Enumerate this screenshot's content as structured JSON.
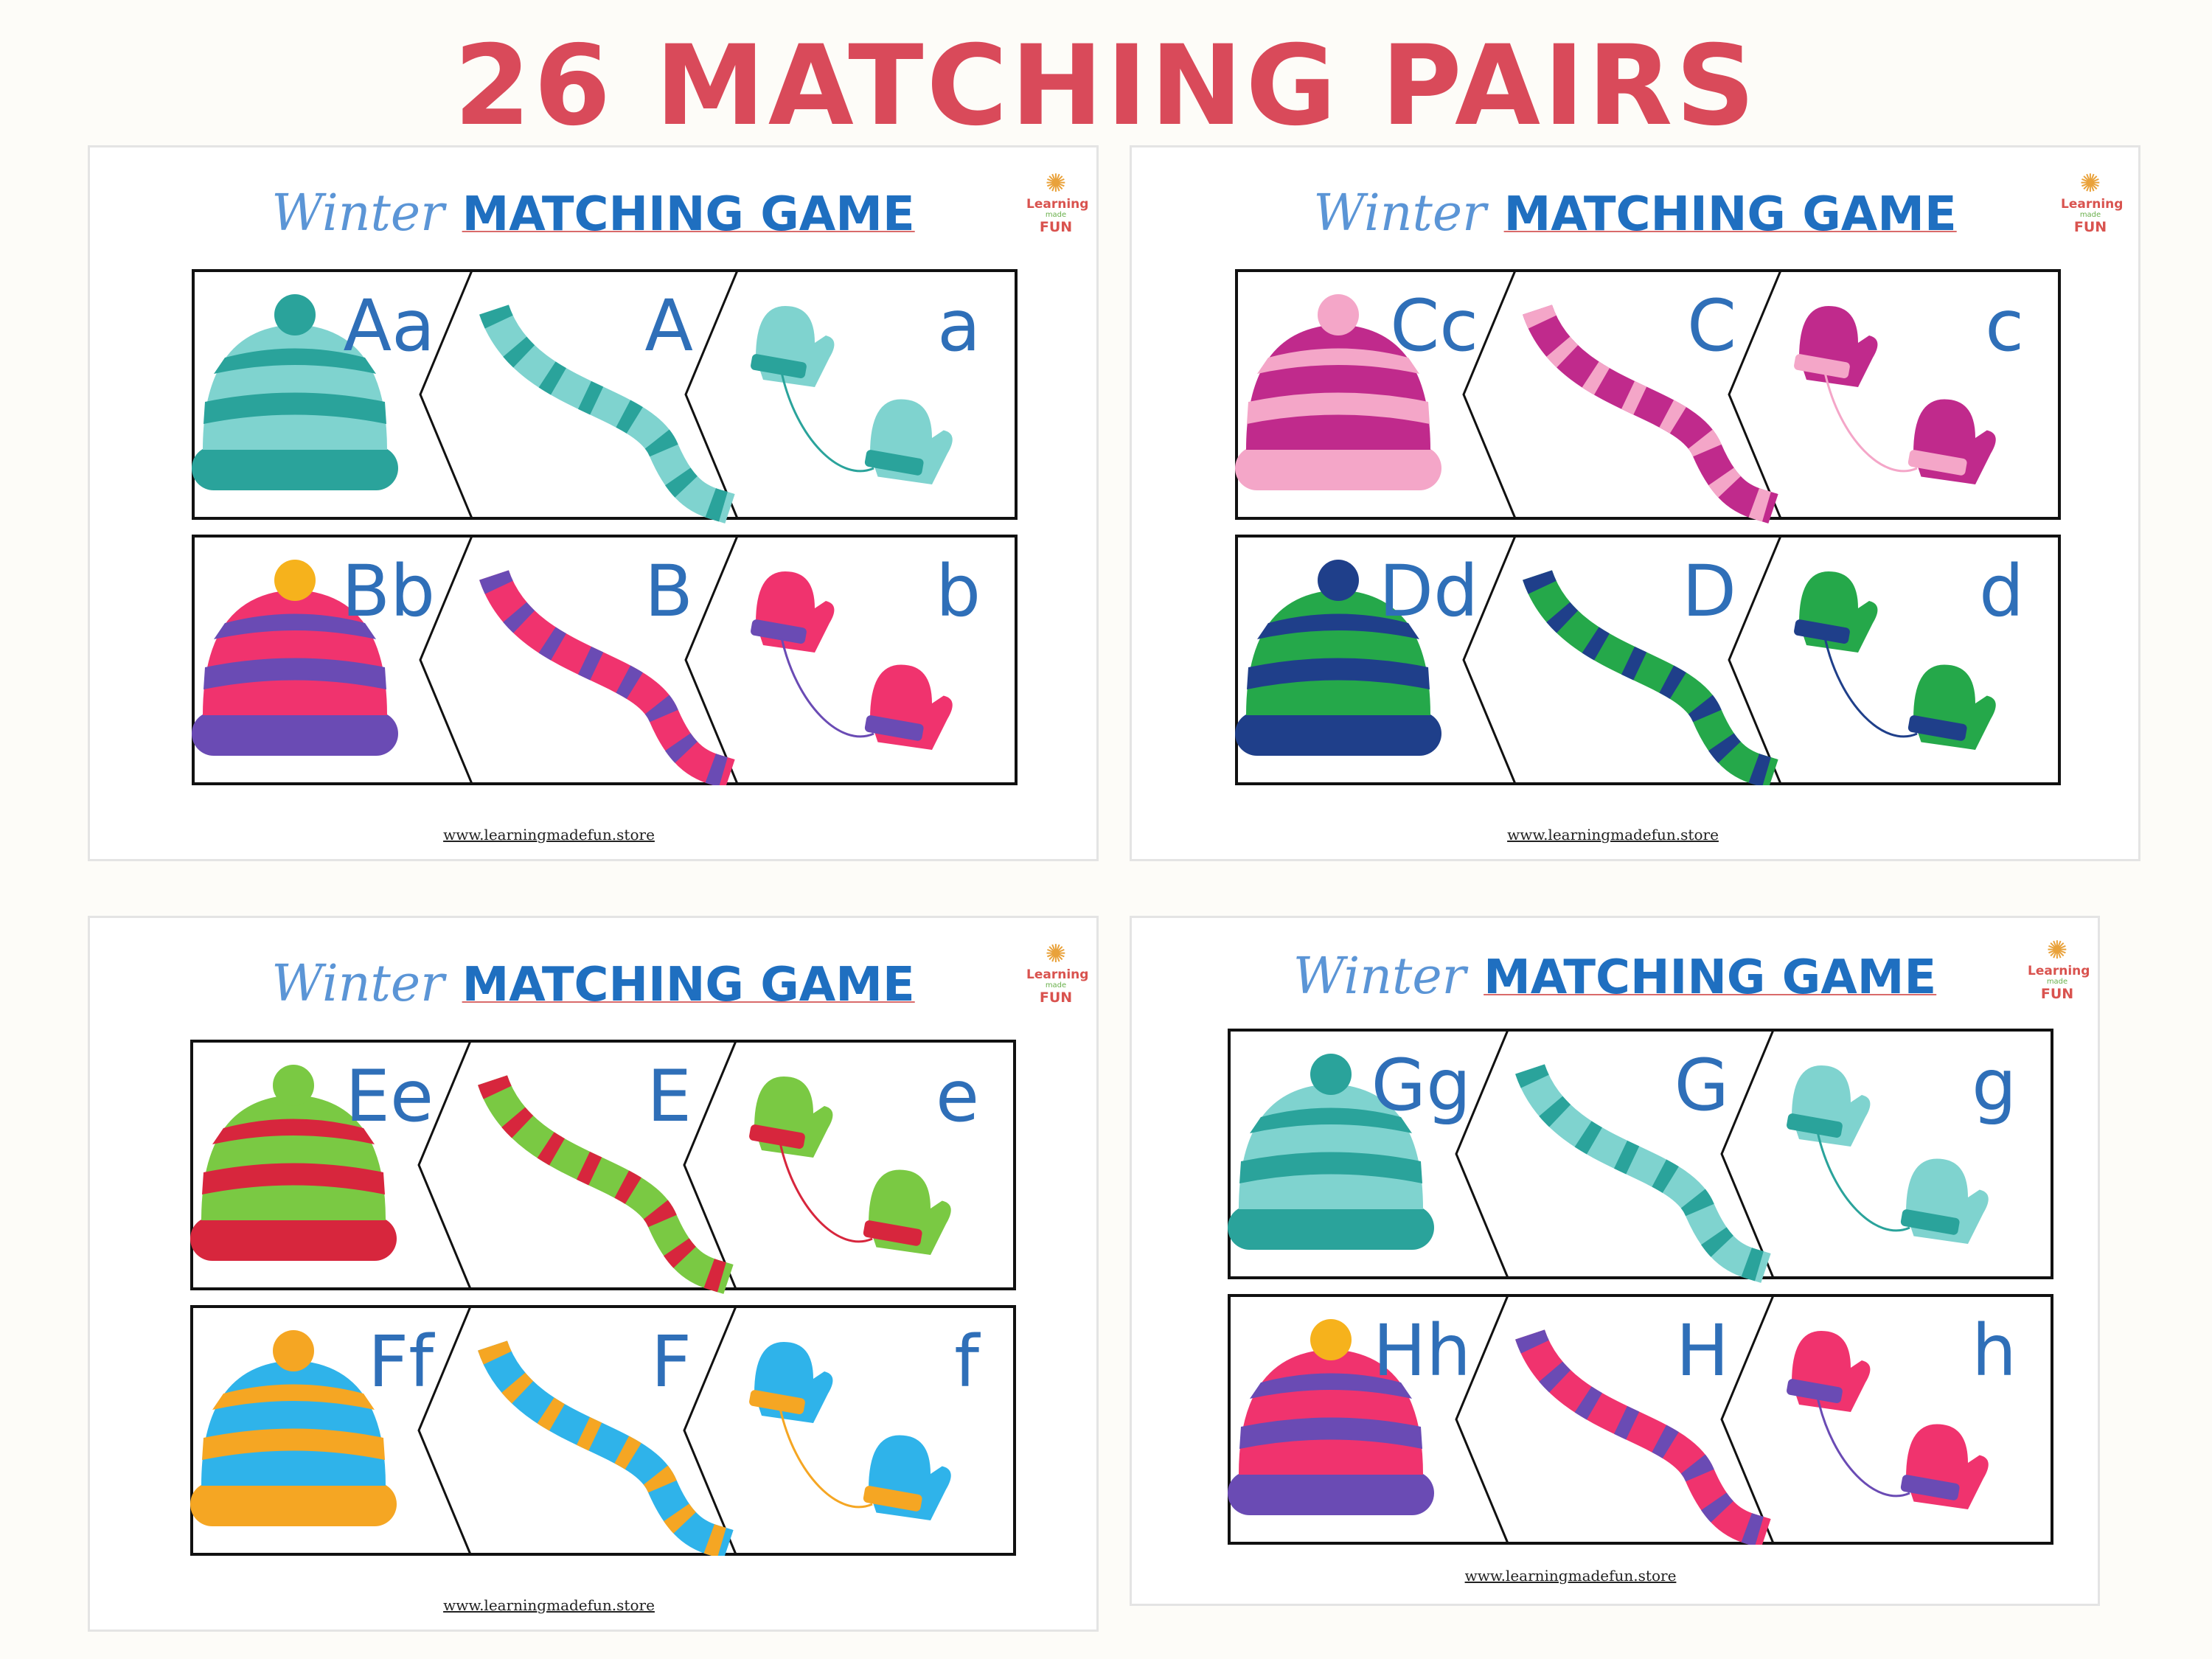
{
  "headline": "26 MATCHING PAIRS",
  "colors": {
    "headline": "#d94a5a",
    "title_script": "#5b95d6",
    "title_caps": "#1f6fc0",
    "letter": "#2f6fb8",
    "logo_text": "#d9534f"
  },
  "sheet": {
    "title_script": "Winter",
    "title_caps": "MATCHING GAME",
    "logo": {
      "line1": "Learning",
      "line2": "made",
      "line3": "FUN"
    },
    "footer": "www.learningmadefun.store"
  },
  "cards": [
    {
      "pair": "Aa",
      "upper": "A",
      "lower": "a",
      "theme": "teal-snowflake",
      "colors": {
        "main": "#7fd3cf",
        "accent": "#2aa39b",
        "pom": "#2aa39b"
      }
    },
    {
      "pair": "Bb",
      "upper": "B",
      "lower": "b",
      "theme": "pink-polkadot",
      "colors": {
        "main": "#f0336e",
        "accent": "#6a4bb4",
        "pom": "#f6b21c"
      }
    },
    {
      "pair": "Cc",
      "upper": "C",
      "lower": "c",
      "theme": "magenta-hearts",
      "colors": {
        "main": "#c02a8c",
        "accent": "#f4a6c8",
        "pom": "#f4a6c8"
      }
    },
    {
      "pair": "Dd",
      "upper": "D",
      "lower": "d",
      "theme": "green-navy-stripes",
      "colors": {
        "main": "#25a84a",
        "accent": "#1f3f8a",
        "pom": "#1f3f8a"
      }
    },
    {
      "pair": "Ee",
      "upper": "E",
      "lower": "e",
      "theme": "christmas-stripes",
      "colors": {
        "main": "#7ac943",
        "accent": "#d7263d",
        "pom": "#7ac943"
      }
    },
    {
      "pair": "Ff",
      "upper": "F",
      "lower": "f",
      "theme": "blue-orange-dots",
      "colors": {
        "main": "#2fb3ea",
        "accent": "#f5a623",
        "pom": "#f5a623"
      }
    },
    {
      "pair": "Gg",
      "upper": "G",
      "lower": "g",
      "theme": "teal-snowflake",
      "colors": {
        "main": "#7fd3cf",
        "accent": "#2aa39b",
        "pom": "#2aa39b"
      }
    },
    {
      "pair": "Hh",
      "upper": "H",
      "lower": "h",
      "theme": "pink-polkadot",
      "colors": {
        "main": "#f0336e",
        "accent": "#6a4bb4",
        "pom": "#f6b21c"
      }
    }
  ]
}
